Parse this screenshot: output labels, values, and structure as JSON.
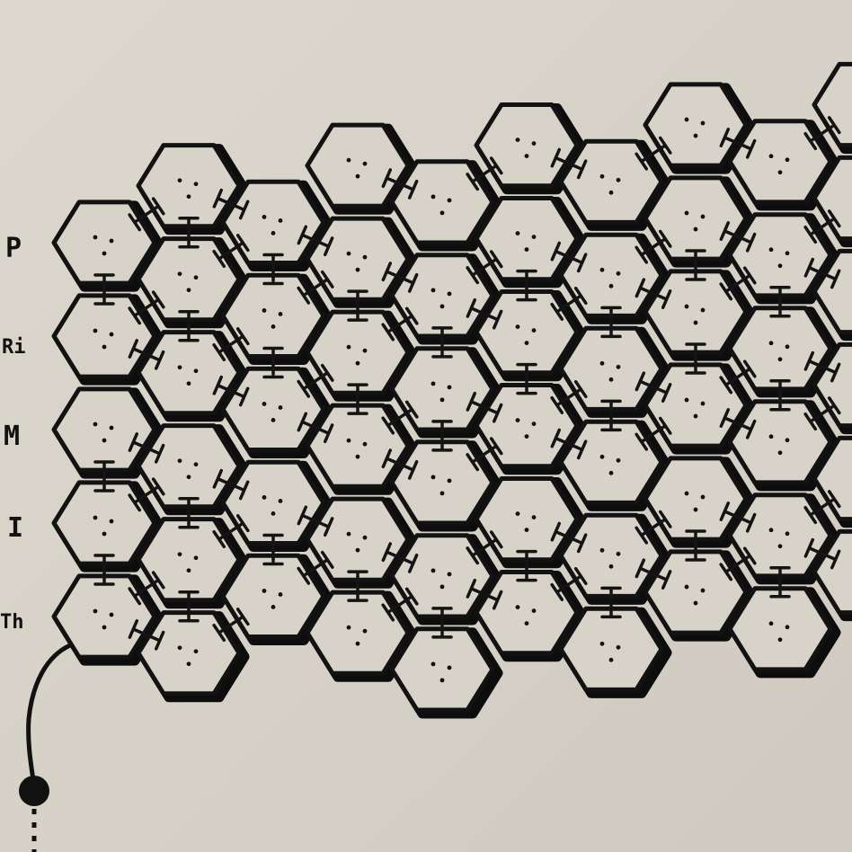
{
  "labels": {
    "pinky": "P",
    "ring": "Ri",
    "middle": "M",
    "index": "I",
    "thumb": "Th"
  }
}
